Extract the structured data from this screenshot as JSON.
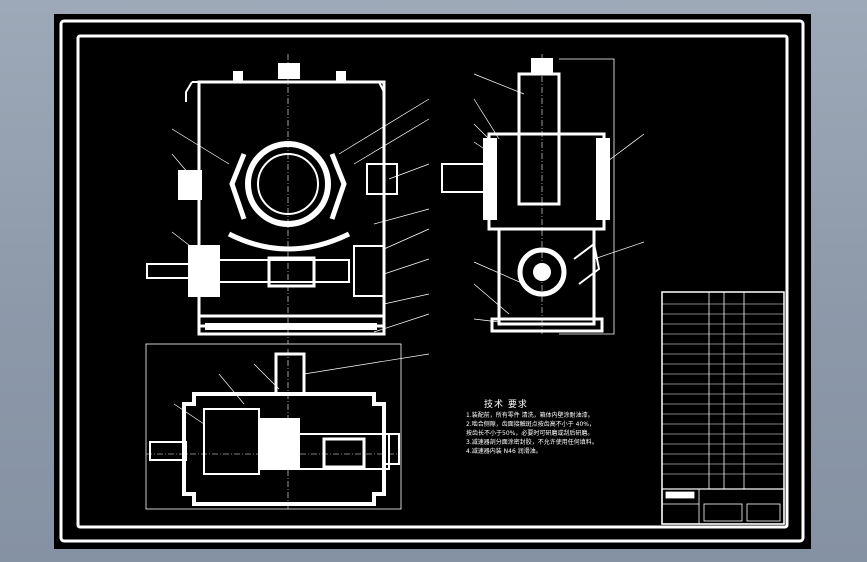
{
  "drawing": {
    "background_color": "#000000",
    "line_color": "#ffffff",
    "viewport_color": "#95a1b1"
  },
  "technical_requirements": {
    "title": "技术 要求",
    "notes": [
      "1.装配前，所有零件 清洗，箱体内壁涂耐油漆。",
      "2.啮合侧隙，齿面接触斑点按齿高不小于 40%，",
      "  按齿长不小于50%，必要时可研磨或刮后研磨。",
      "3.减速器剖分面涂密封胶，不允许使用任何填料。",
      "4.减速器内装 N46 润滑油。"
    ]
  }
}
